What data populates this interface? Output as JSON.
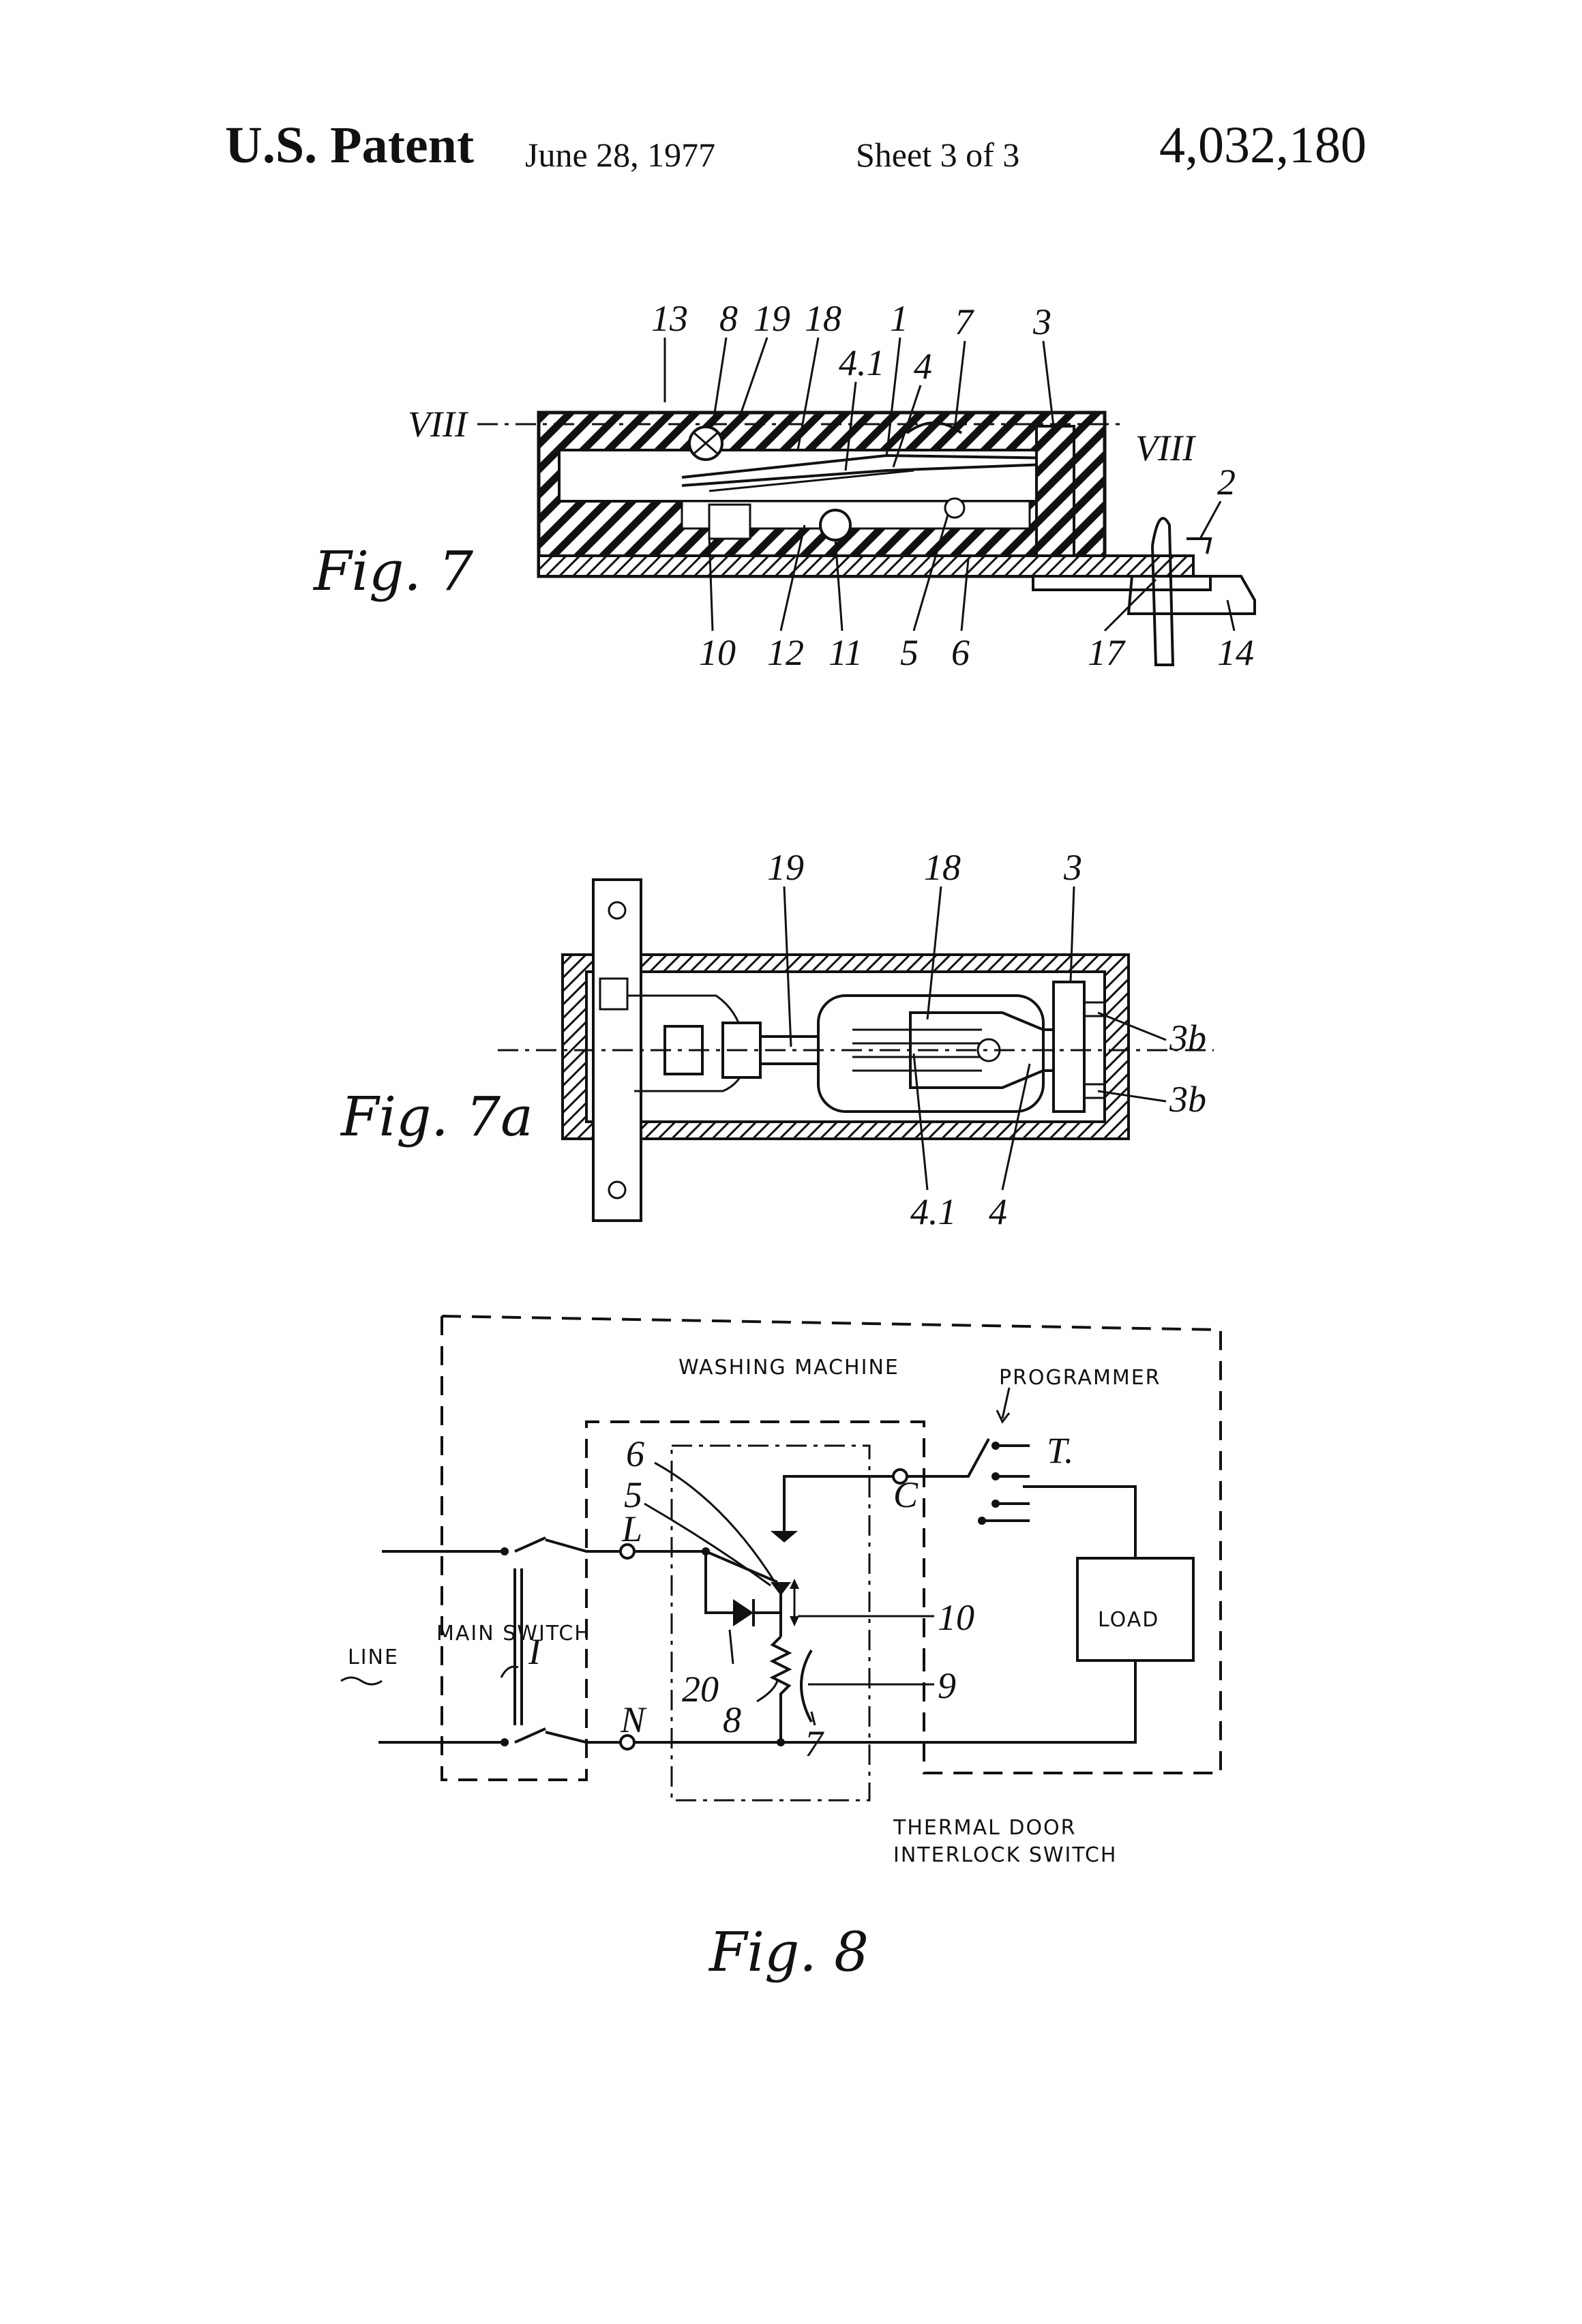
{
  "header": {
    "title": "U.S. Patent",
    "date": "June 28, 1977",
    "sheet": "Sheet 3 of 3",
    "patent_number": "4,032,180"
  },
  "fig7": {
    "caption": "Fig. 7",
    "section_mark_left": "VIII",
    "section_mark_right": "VIII",
    "refs_top": [
      "13",
      "8",
      "19",
      "18",
      "1",
      "4.1",
      "4",
      "7",
      "3",
      "2"
    ],
    "refs_bottom": [
      "10",
      "12",
      "11",
      "5",
      "6",
      "17",
      "14"
    ]
  },
  "fig7a": {
    "caption": "Fig. 7a",
    "refs": [
      "19",
      "18",
      "3",
      "3b",
      "3b",
      "4.1",
      "4"
    ]
  },
  "fig8": {
    "caption": "Fig. 8",
    "labels": {
      "washing_machine": "WASHING MACHINE",
      "programmer": "PROGRAMMER",
      "t": "T.",
      "main_switch": "MAIN SWITCH",
      "line": "LINE",
      "load": "LOAD",
      "thermal": "THERMAL DOOR",
      "interlock": "INTERLOCK SWITCH",
      "L": "L",
      "N": "N",
      "C": "C",
      "I": "I"
    },
    "refs": [
      "6",
      "5",
      "10",
      "9",
      "20",
      "8",
      "7"
    ]
  }
}
